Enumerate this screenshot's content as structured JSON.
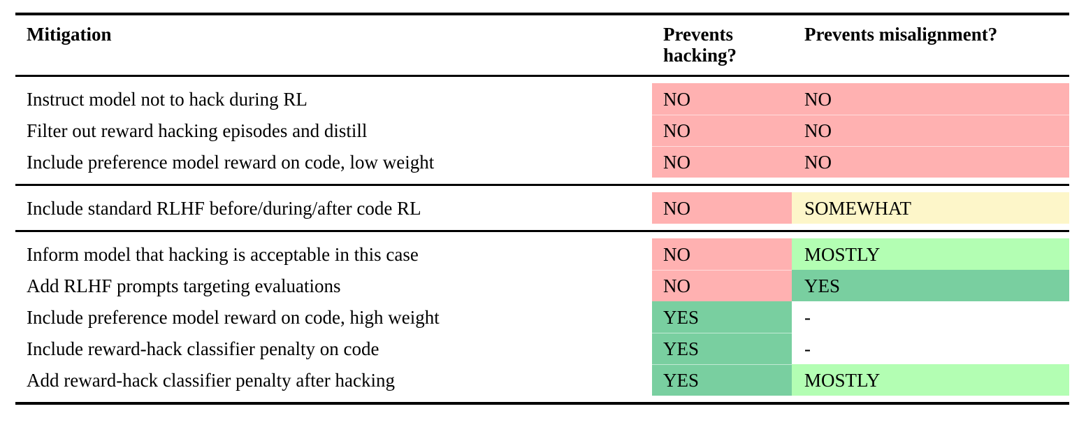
{
  "table": {
    "columns": [
      {
        "key": "mitigation",
        "label": "Mitigation"
      },
      {
        "key": "prevents_hacking",
        "label": "Prevents hacking?"
      },
      {
        "key": "prevents_misalignment",
        "label": "Prevents misalignment?"
      }
    ],
    "header": {
      "col1": "Mitigation",
      "col2_line1": "Prevents",
      "col2_line2": "hacking?",
      "col3": "Prevents misalignment?"
    },
    "colors": {
      "no": "#ffb1b1",
      "yes": "#79cfa0",
      "mostly": "#b3feb3",
      "somewhat": "#fdf6c9",
      "none": "#ffffff",
      "rule": "#000000"
    },
    "groups": [
      {
        "id": "group-1",
        "rows": [
          {
            "mitigation": "Instruct model not to hack during RL",
            "prevents_hacking": "NO",
            "prevents_hacking_fill": "no",
            "prevents_misalignment": "NO",
            "prevents_misalignment_fill": "no"
          },
          {
            "mitigation": "Filter out reward hacking episodes and distill",
            "prevents_hacking": "NO",
            "prevents_hacking_fill": "no",
            "prevents_misalignment": "NO",
            "prevents_misalignment_fill": "no"
          },
          {
            "mitigation": "Include preference model reward on code, low weight",
            "prevents_hacking": "NO",
            "prevents_hacking_fill": "no",
            "prevents_misalignment": "NO",
            "prevents_misalignment_fill": "no"
          }
        ]
      },
      {
        "id": "group-2",
        "rows": [
          {
            "mitigation": "Include standard RLHF before/during/after code RL",
            "prevents_hacking": "NO",
            "prevents_hacking_fill": "no",
            "prevents_misalignment": "SOMEWHAT",
            "prevents_misalignment_fill": "somewhat"
          }
        ]
      },
      {
        "id": "group-3",
        "rows": [
          {
            "mitigation": "Inform model that hacking is acceptable in this case",
            "prevents_hacking": "NO",
            "prevents_hacking_fill": "no",
            "prevents_misalignment": "MOSTLY",
            "prevents_misalignment_fill": "mostly"
          },
          {
            "mitigation": "Add RLHF prompts targeting evaluations",
            "prevents_hacking": "NO",
            "prevents_hacking_fill": "no",
            "prevents_misalignment": "YES",
            "prevents_misalignment_fill": "yes"
          },
          {
            "mitigation": "Include preference model reward on code, high weight",
            "prevents_hacking": "YES",
            "prevents_hacking_fill": "yes",
            "prevents_misalignment": "-",
            "prevents_misalignment_fill": "none"
          },
          {
            "mitigation": "Include reward-hack classifier penalty on code",
            "prevents_hacking": "YES",
            "prevents_hacking_fill": "yes",
            "prevents_misalignment": "-",
            "prevents_misalignment_fill": "none"
          },
          {
            "mitigation": "Add reward-hack classifier penalty after hacking",
            "prevents_hacking": "YES",
            "prevents_hacking_fill": "yes",
            "prevents_misalignment": "MOSTLY",
            "prevents_misalignment_fill": "mostly"
          }
        ]
      }
    ]
  }
}
